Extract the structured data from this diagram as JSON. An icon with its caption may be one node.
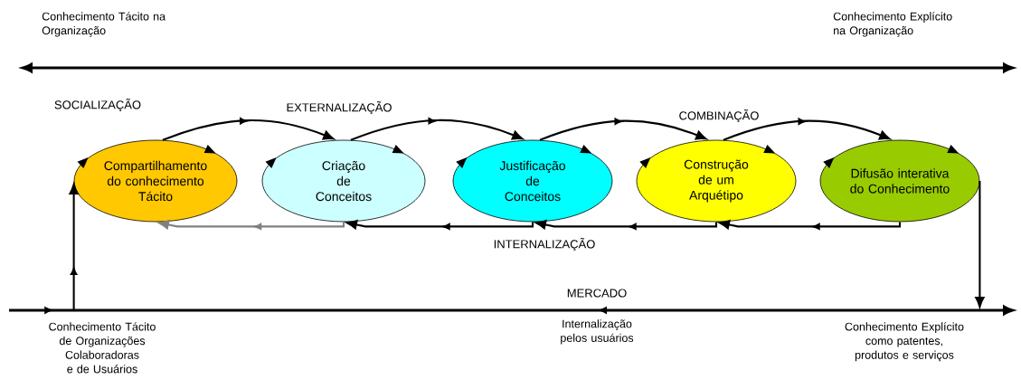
{
  "diagram": {
    "nodes": [
      {
        "text": [
          "Compartilhamento do conhecimento Tácito"
        ]
      },
      {
        "text": [
          "Criação de Conceitos"
        ]
      },
      {
        "text": [
          "Justificação de Conceitos"
        ]
      },
      {
        "text": [
          "Construção de um Arquétipo"
        ]
      },
      {
        "text": [
          "Difusão interativa do Conhecimento"
        ]
      }
    ],
    "edges": [
      {
        "from": 0,
        "to": 1,
        "arrow": "to"
      },
      {
        "from": 1,
        "to": 2,
        "arrow": "to"
      },
      {
        "from": 2,
        "to": 3,
        "arrow": "to"
      },
      {
        "from": 3,
        "to": 4,
        "arrow": "to"
      },
      {
        "from": 4,
        "to": 3,
        "arrow": "to"
      },
      {
        "from": 3,
        "to": 2,
        "arrow": "to"
      },
      {
        "from": 2,
        "to": 1,
        "arrow": "to"
      },
      {
        "from": 1,
        "to": 0,
        "arrow": "to",
        "color": "#808080"
      },
      {
        "from": null,
        "to": 0,
        "arrow": "to"
      },
      {
        "from": 4,
        "to": null,
        "arrow": "to"
      }
    ],
    "labels": [
      "Conhecimento Tácito na Organização",
      "Conhecimento Explícito na Organização",
      "SOCIALIZAÇÃO",
      "EXTERNALIZAÇÃO",
      "COMBINAÇÃO",
      "INTERNALIZAÇÃO",
      "MERCADO",
      "Conhecimento Tácito de Organizações Colaboradoras e de Usuários",
      "Internalização pelos usuários",
      "Conhecimento Explícito como patentes, produtos e serviços"
    ]
  }
}
